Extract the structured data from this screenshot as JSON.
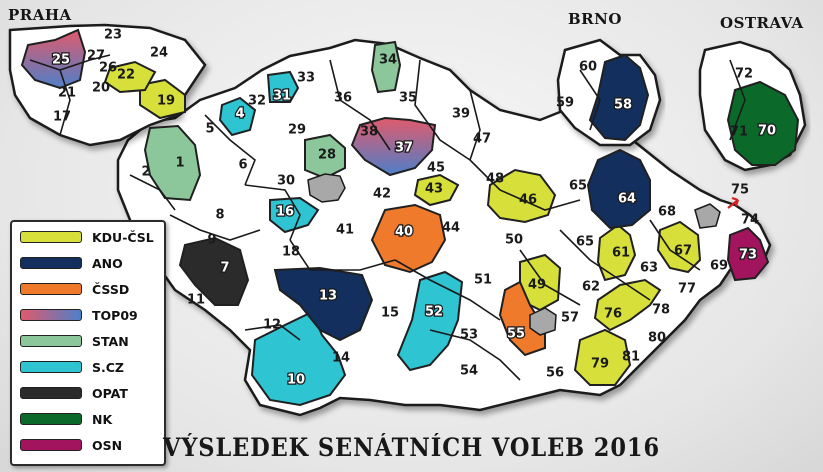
{
  "title": "VÝSLEDEK SENÁTNÍCH VOLEB 2016",
  "cities": [
    {
      "id": "praha",
      "label": "PRAHA"
    },
    {
      "id": "brno",
      "label": "BRNO"
    },
    {
      "id": "ostrava",
      "label": "OSTRAVA"
    }
  ],
  "legend": [
    {
      "party": "KDU-ČSL",
      "color": "#d7df3a"
    },
    {
      "party": "ANO",
      "color": "#132f5e"
    },
    {
      "party": "ČSSD",
      "color": "#f07a2c"
    },
    {
      "party": "TOP09",
      "color": "#7b6fa8"
    },
    {
      "party": "STAN",
      "color": "#8cc79b"
    },
    {
      "party": "S.CZ",
      "color": "#2ec4d1"
    },
    {
      "party": "OPAT",
      "color": "#2b2b2b"
    },
    {
      "party": "NK",
      "color": "#0b6a2a"
    },
    {
      "party": "OSN",
      "color": "#a3145f"
    }
  ],
  "colors": {
    "KDU-ČSL": "#d7df3a",
    "ANO": "#132f5e",
    "ČSSD": "#f07a2c",
    "TOP09": "#7b6fa8",
    "STAN": "#8cc79b",
    "S.CZ": "#2ec4d1",
    "OPAT": "#2b2b2b",
    "NK": "#0b6a2a",
    "OSN": "#a3145f",
    "BORDER": "#1a1a1a",
    "NONE": "#ffffff",
    "CITY": "#a8a8a8"
  },
  "districts": [
    {
      "num": "1",
      "party": "STAN"
    },
    {
      "num": "2",
      "party": "NONE"
    },
    {
      "num": "4",
      "party": "S.CZ"
    },
    {
      "num": "5",
      "party": "NONE"
    },
    {
      "num": "6",
      "party": "NONE"
    },
    {
      "num": "7",
      "party": "OPAT"
    },
    {
      "num": "8",
      "party": "NONE"
    },
    {
      "num": "9",
      "party": "NONE"
    },
    {
      "num": "10",
      "party": "S.CZ"
    },
    {
      "num": "11",
      "party": "NONE"
    },
    {
      "num": "12",
      "party": "NONE"
    },
    {
      "num": "13",
      "party": "ANO"
    },
    {
      "num": "14",
      "party": "NONE"
    },
    {
      "num": "15",
      "party": "NONE"
    },
    {
      "num": "16",
      "party": "S.CZ"
    },
    {
      "num": "17",
      "party": "NONE"
    },
    {
      "num": "18",
      "party": "NONE"
    },
    {
      "num": "19",
      "party": "KDU-ČSL"
    },
    {
      "num": "20",
      "party": "NONE"
    },
    {
      "num": "21",
      "party": "NONE"
    },
    {
      "num": "22",
      "party": "KDU-ČSL"
    },
    {
      "num": "23",
      "party": "NONE"
    },
    {
      "num": "24",
      "party": "NONE"
    },
    {
      "num": "25",
      "party": "TOP09"
    },
    {
      "num": "26",
      "party": "NONE"
    },
    {
      "num": "27",
      "party": "NONE"
    },
    {
      "num": "28",
      "party": "STAN"
    },
    {
      "num": "29",
      "party": "NONE"
    },
    {
      "num": "30",
      "party": "NONE"
    },
    {
      "num": "31",
      "party": "S.CZ"
    },
    {
      "num": "32",
      "party": "NONE"
    },
    {
      "num": "33",
      "party": "NONE"
    },
    {
      "num": "34",
      "party": "STAN"
    },
    {
      "num": "35",
      "party": "NONE"
    },
    {
      "num": "36",
      "party": "NONE"
    },
    {
      "num": "37",
      "party": "TOP09"
    },
    {
      "num": "38",
      "party": "NONE"
    },
    {
      "num": "39",
      "party": "NONE"
    },
    {
      "num": "40",
      "party": "ČSSD"
    },
    {
      "num": "41",
      "party": "NONE"
    },
    {
      "num": "42",
      "party": "NONE"
    },
    {
      "num": "43",
      "party": "KDU-ČSL"
    },
    {
      "num": "44",
      "party": "NONE"
    },
    {
      "num": "45",
      "party": "NONE"
    },
    {
      "num": "46",
      "party": "KDU-ČSL"
    },
    {
      "num": "47",
      "party": "NONE"
    },
    {
      "num": "48",
      "party": "NONE"
    },
    {
      "num": "49",
      "party": "KDU-ČSL"
    },
    {
      "num": "50",
      "party": "NONE"
    },
    {
      "num": "51",
      "party": "NONE"
    },
    {
      "num": "52",
      "party": "S.CZ"
    },
    {
      "num": "53",
      "party": "NONE"
    },
    {
      "num": "54",
      "party": "NONE"
    },
    {
      "num": "55",
      "party": "ČSSD"
    },
    {
      "num": "56",
      "party": "NONE"
    },
    {
      "num": "57",
      "party": "NONE"
    },
    {
      "num": "58",
      "party": "ANO"
    },
    {
      "num": "59",
      "party": "NONE"
    },
    {
      "num": "60",
      "party": "NONE"
    },
    {
      "num": "61",
      "party": "KDU-ČSL"
    },
    {
      "num": "62",
      "party": "NONE"
    },
    {
      "num": "63",
      "party": "NONE"
    },
    {
      "num": "64",
      "party": "ANO"
    },
    {
      "num": "65",
      "party": "NONE"
    },
    {
      "num": "65",
      "party": "NONE"
    },
    {
      "num": "67",
      "party": "KDU-ČSL"
    },
    {
      "num": "68",
      "party": "NONE"
    },
    {
      "num": "69",
      "party": "NONE"
    },
    {
      "num": "70",
      "party": "NK"
    },
    {
      "num": "71",
      "party": "NONE"
    },
    {
      "num": "72",
      "party": "NONE"
    },
    {
      "num": "73",
      "party": "OSN"
    },
    {
      "num": "74",
      "party": "NONE"
    },
    {
      "num": "75",
      "party": "NONE"
    },
    {
      "num": "76",
      "party": "KDU-ČSL"
    },
    {
      "num": "77",
      "party": "NONE"
    },
    {
      "num": "78",
      "party": "NONE"
    },
    {
      "num": "79",
      "party": "KDU-ČSL"
    },
    {
      "num": "80",
      "party": "NONE"
    },
    {
      "num": "81",
      "party": "NONE"
    }
  ]
}
